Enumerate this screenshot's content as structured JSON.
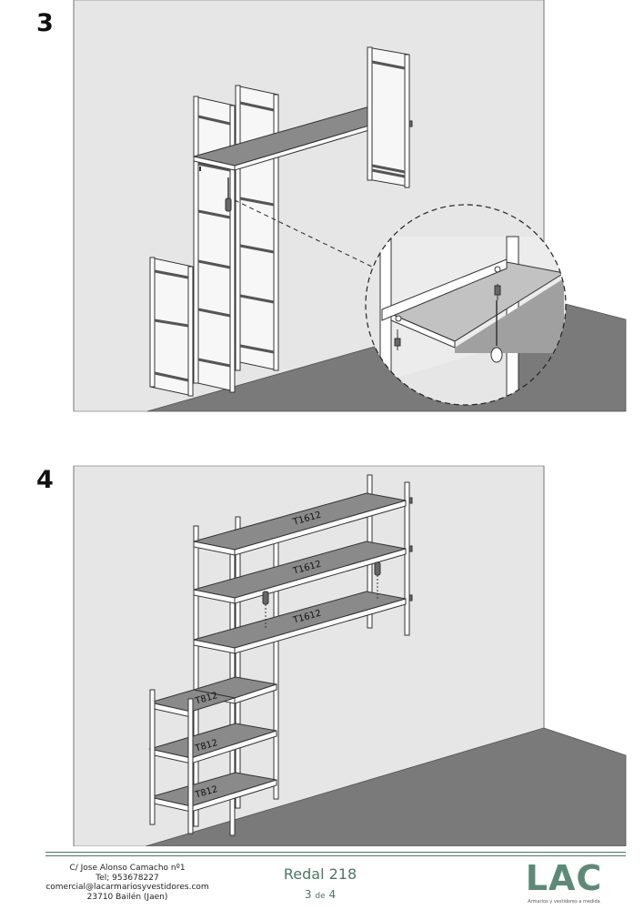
{
  "steps": [
    {
      "number": "3"
    },
    {
      "number": "4"
    }
  ],
  "shelf_labels": {
    "long": "T1612",
    "short": "T812"
  },
  "footer": {
    "address_lines": [
      "C/ Jose Alonso Camacho nº1",
      "Tel; 953678227",
      "comercial@lacarmariosyvestidores.com",
      "23710 Bailén (Jaen)"
    ],
    "model": "Redal 218",
    "page_current": "3",
    "page_de": "de",
    "page_total": "4",
    "logo_text": "LAC",
    "logo_tagline": "Armarios y vestidores a medida"
  },
  "colors": {
    "wall": "#e6e6e6",
    "floor": "#7a7a7a",
    "shelf_top": "#8a8a8a",
    "frame": "#ffffff",
    "brand": "#5d8a78",
    "footer_line": "#4f7565"
  }
}
